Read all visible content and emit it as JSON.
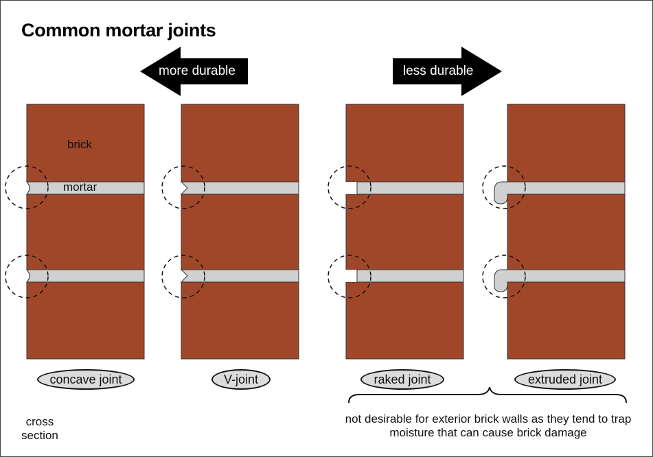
{
  "title": "Common mortar joints",
  "arrows": {
    "left_label": "more durable",
    "right_label": "less durable"
  },
  "labels": {
    "brick": "brick",
    "mortar": "mortar"
  },
  "joints": [
    {
      "name": "concave joint"
    },
    {
      "name": "V-joint"
    },
    {
      "name": "raked joint"
    },
    {
      "name": "extruded joint"
    }
  ],
  "cross_section": {
    "line1": "cross",
    "line2": "section"
  },
  "note": "not desirable for exterior brick walls as they tend to trap moisture that can cause brick damage",
  "colors": {
    "brick": "#a0472a",
    "mortar": "#d0d0d0",
    "arrow": "#000000"
  }
}
